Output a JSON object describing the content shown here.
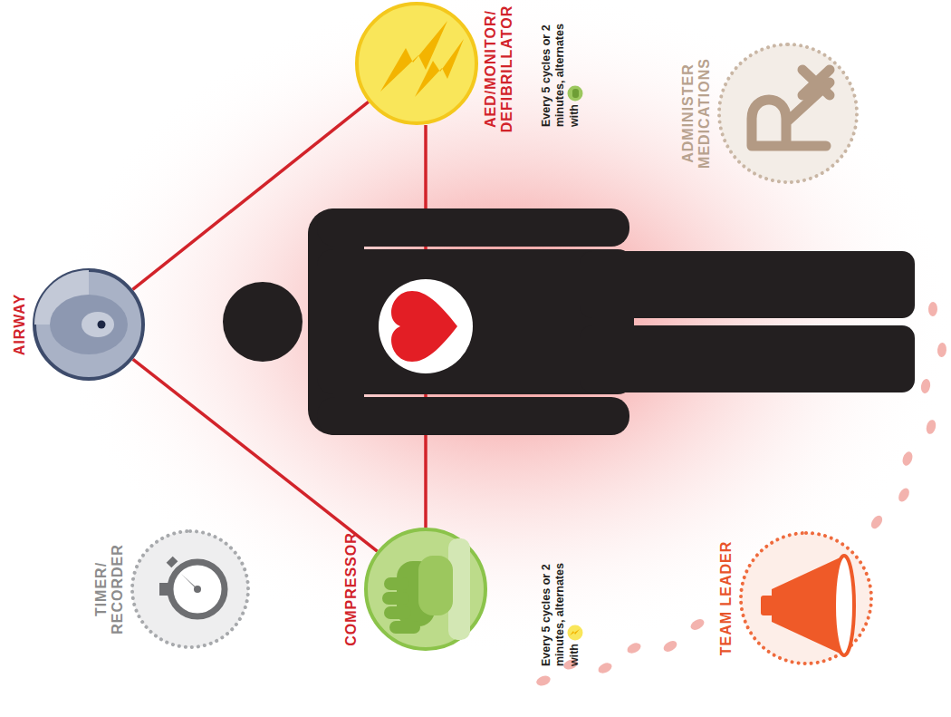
{
  "diagram": {
    "nodes": [
      {
        "text": [
          "AIRWAY"
        ]
      },
      {
        "text": [
          "AED/MONITOR/ DEFIBRILLATOR"
        ]
      },
      {
        "text": [
          "COMPRESSOR"
        ]
      },
      {
        "text": [
          "TIMER/ RECORDER"
        ]
      },
      {
        "text": [
          "ADMINISTER MEDICATIONS"
        ]
      },
      {
        "text": [
          "TEAM LEADER"
        ]
      }
    ],
    "edges": [
      {
        "from": 0,
        "to": 1,
        "arrow": "none"
      },
      {
        "from": 0,
        "to": 2,
        "arrow": "none"
      }
    ],
    "labels": [
      "Every 5 cycles or 2 minutes, alternates with",
      "Every 5 cycles or 2 minutes, alternates with"
    ]
  }
}
